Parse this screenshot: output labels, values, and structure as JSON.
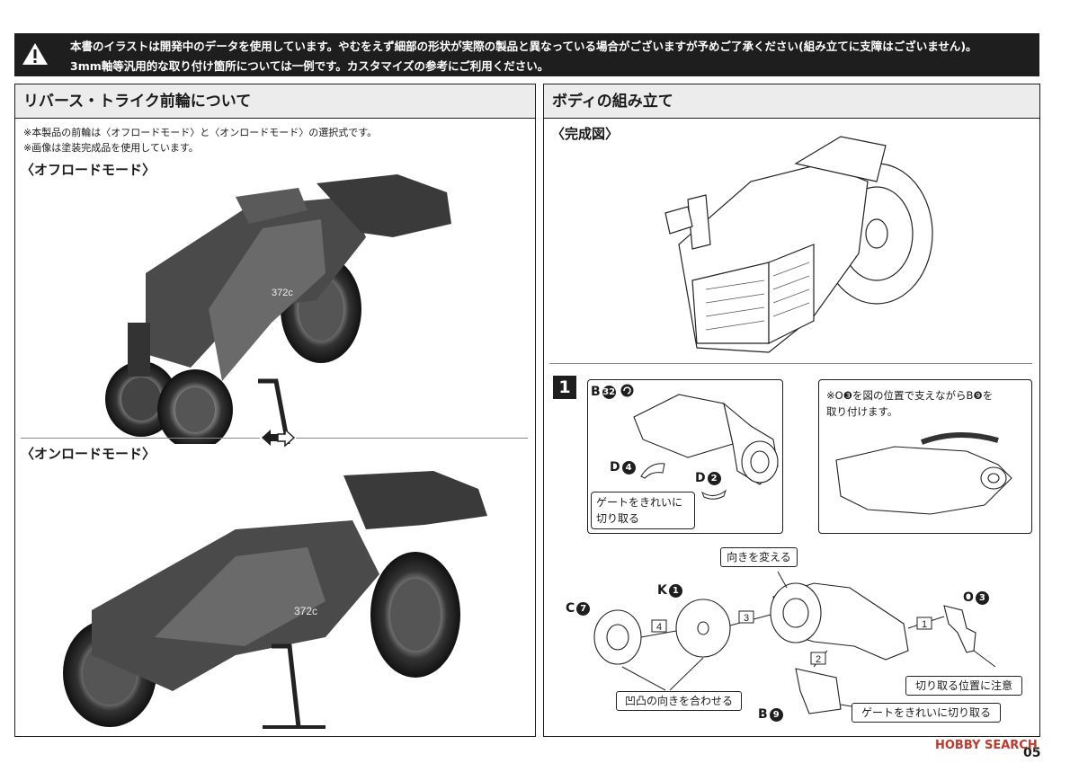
{
  "notice": {
    "line1": "本書のイラストは開発中のデータを使用しています。やむをえず細部の形状が実際の製品と異なっている場合がございますが予めご了承ください(組み立てに支障はございません)。",
    "line2": "3mm軸等汎用的な取り付け箇所については一例です。カスタマイズの参考にご利用ください。"
  },
  "left": {
    "title": "リバース・トライク前輪について",
    "note1": "※本製品の前輪は〈オフロードモード〉と〈オンロードモード〉の選択式です。",
    "note2": "※画像は塗装完成品を使用しています。",
    "offroad_title": "〈オフロードモード〉",
    "onroad_title": "〈オンロードモード〉",
    "bike_number": "372c"
  },
  "right": {
    "title": "ボディの組み立て",
    "completed_label": "〈完成図〉",
    "step": "1",
    "part_b32": "B",
    "part_b32_num": "32",
    "part_d4": "D",
    "part_d4_num": "4",
    "part_d2": "D",
    "part_d2_num": "2",
    "gate_note": "ゲートをきれいに切り取る",
    "gate_note_l1": "ゲートをきれいに",
    "gate_note_l2": "切り取る",
    "sub_note_l1": "※O❸を図の位置で支えながらB❾を",
    "sub_note_l2": "取り付けます。",
    "turn_note": "向きを変える",
    "part_k1": "K",
    "part_k1_num": "1",
    "part_c7": "C",
    "part_c7_num": "7",
    "part_o3": "O",
    "part_o3_num": "3",
    "part_b9": "B",
    "part_b9_num": "9",
    "align_note": "凹凸の向きを合わせる",
    "cut_pos_note": "切り取る位置に注意",
    "gate_note2": "ゲートをきれいに切り取る",
    "order": [
      "1",
      "2",
      "3",
      "4"
    ]
  },
  "footer": {
    "page": "05",
    "watermark": "HOBBY SEARCH"
  }
}
